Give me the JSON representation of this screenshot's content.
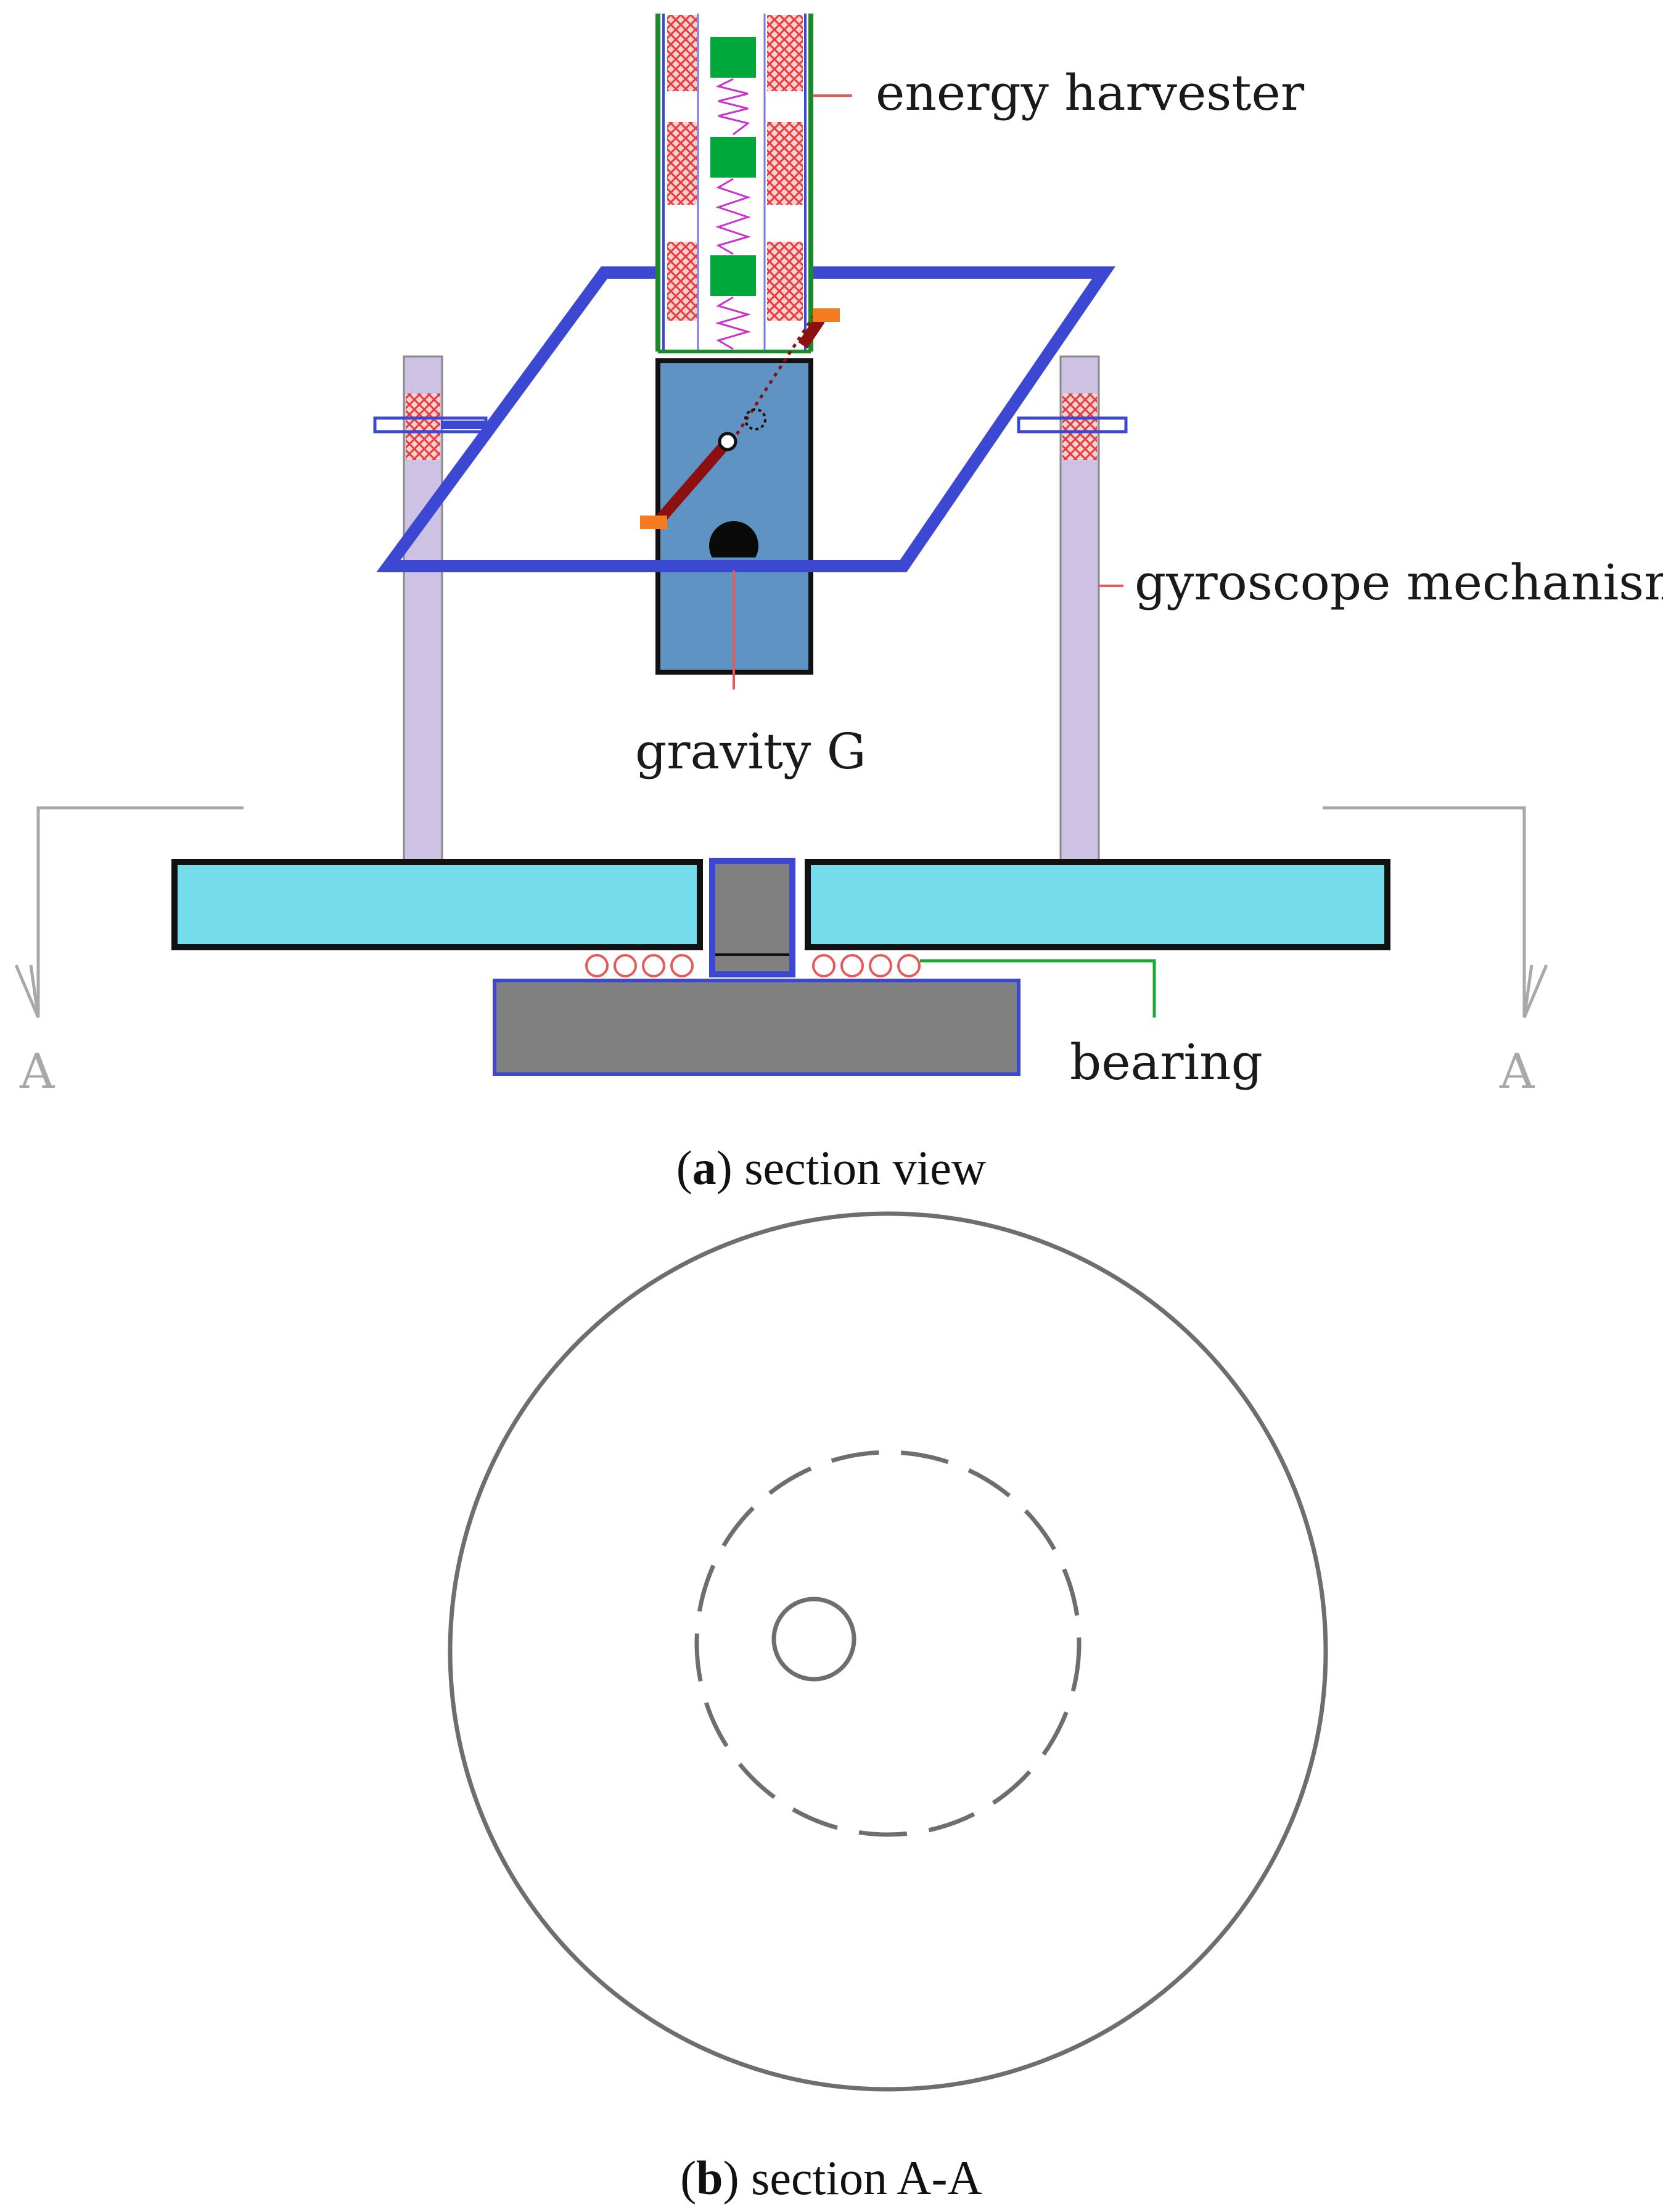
{
  "panel_a": {
    "labels": {
      "energy_harvester": "energy harvester",
      "gyroscope_mechanism": "gyroscope mechanism",
      "gravity": "gravity G",
      "bearing": "bearing",
      "section_left": "A",
      "section_right": "A"
    },
    "caption": {
      "letter": "a",
      "text": "section view"
    }
  },
  "panel_b": {
    "caption": {
      "letter": "b",
      "text": "section A-A"
    }
  },
  "colors": {
    "frame_blue": "#3c48d2",
    "disk_cyan": "#74dcea",
    "housing_blue": "#5f93c4",
    "post_lavender": "#cdc1e4",
    "base_gray": "#808080",
    "magnet_green": "#00a83c",
    "coil_pink": "#f7b1b1",
    "coil_red": "#e53b3b",
    "spring_magenta": "#cc33cc",
    "rod_darkred": "#8c1010",
    "pin_orange": "#f57c1e",
    "leader_red": "#e65a5a",
    "leader_green": "#1aa832",
    "outline_gray": "#6e6e6e"
  }
}
